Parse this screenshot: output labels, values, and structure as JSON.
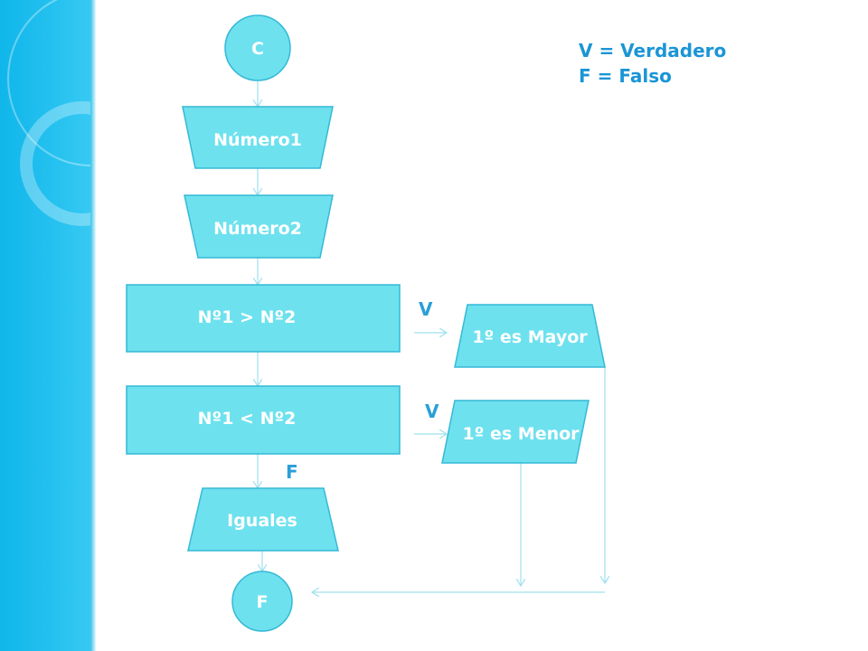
{
  "shapes": {
    "start": "C",
    "input1": "Número1",
    "input2": "Número2",
    "decision1": "Nº1 > Nº2",
    "decision2": "Nº1 < Nº2",
    "output_equal": "Iguales",
    "output_greater": "1º es Mayor",
    "output_less": "1º es Menor",
    "end": "F"
  },
  "branch_labels": {
    "decision1_true": "V",
    "decision2_true": "V",
    "decision2_false": "F"
  },
  "legend": {
    "true_line": "V = Verdadero",
    "false_line": "F = Falso"
  },
  "colors": {
    "shape_fill": "#6ee1ee",
    "shape_stroke": "#34b9d6",
    "connector": "#9fe0ee",
    "label_text": "#2a9fd8",
    "sidebar": "#1ab8ec"
  }
}
